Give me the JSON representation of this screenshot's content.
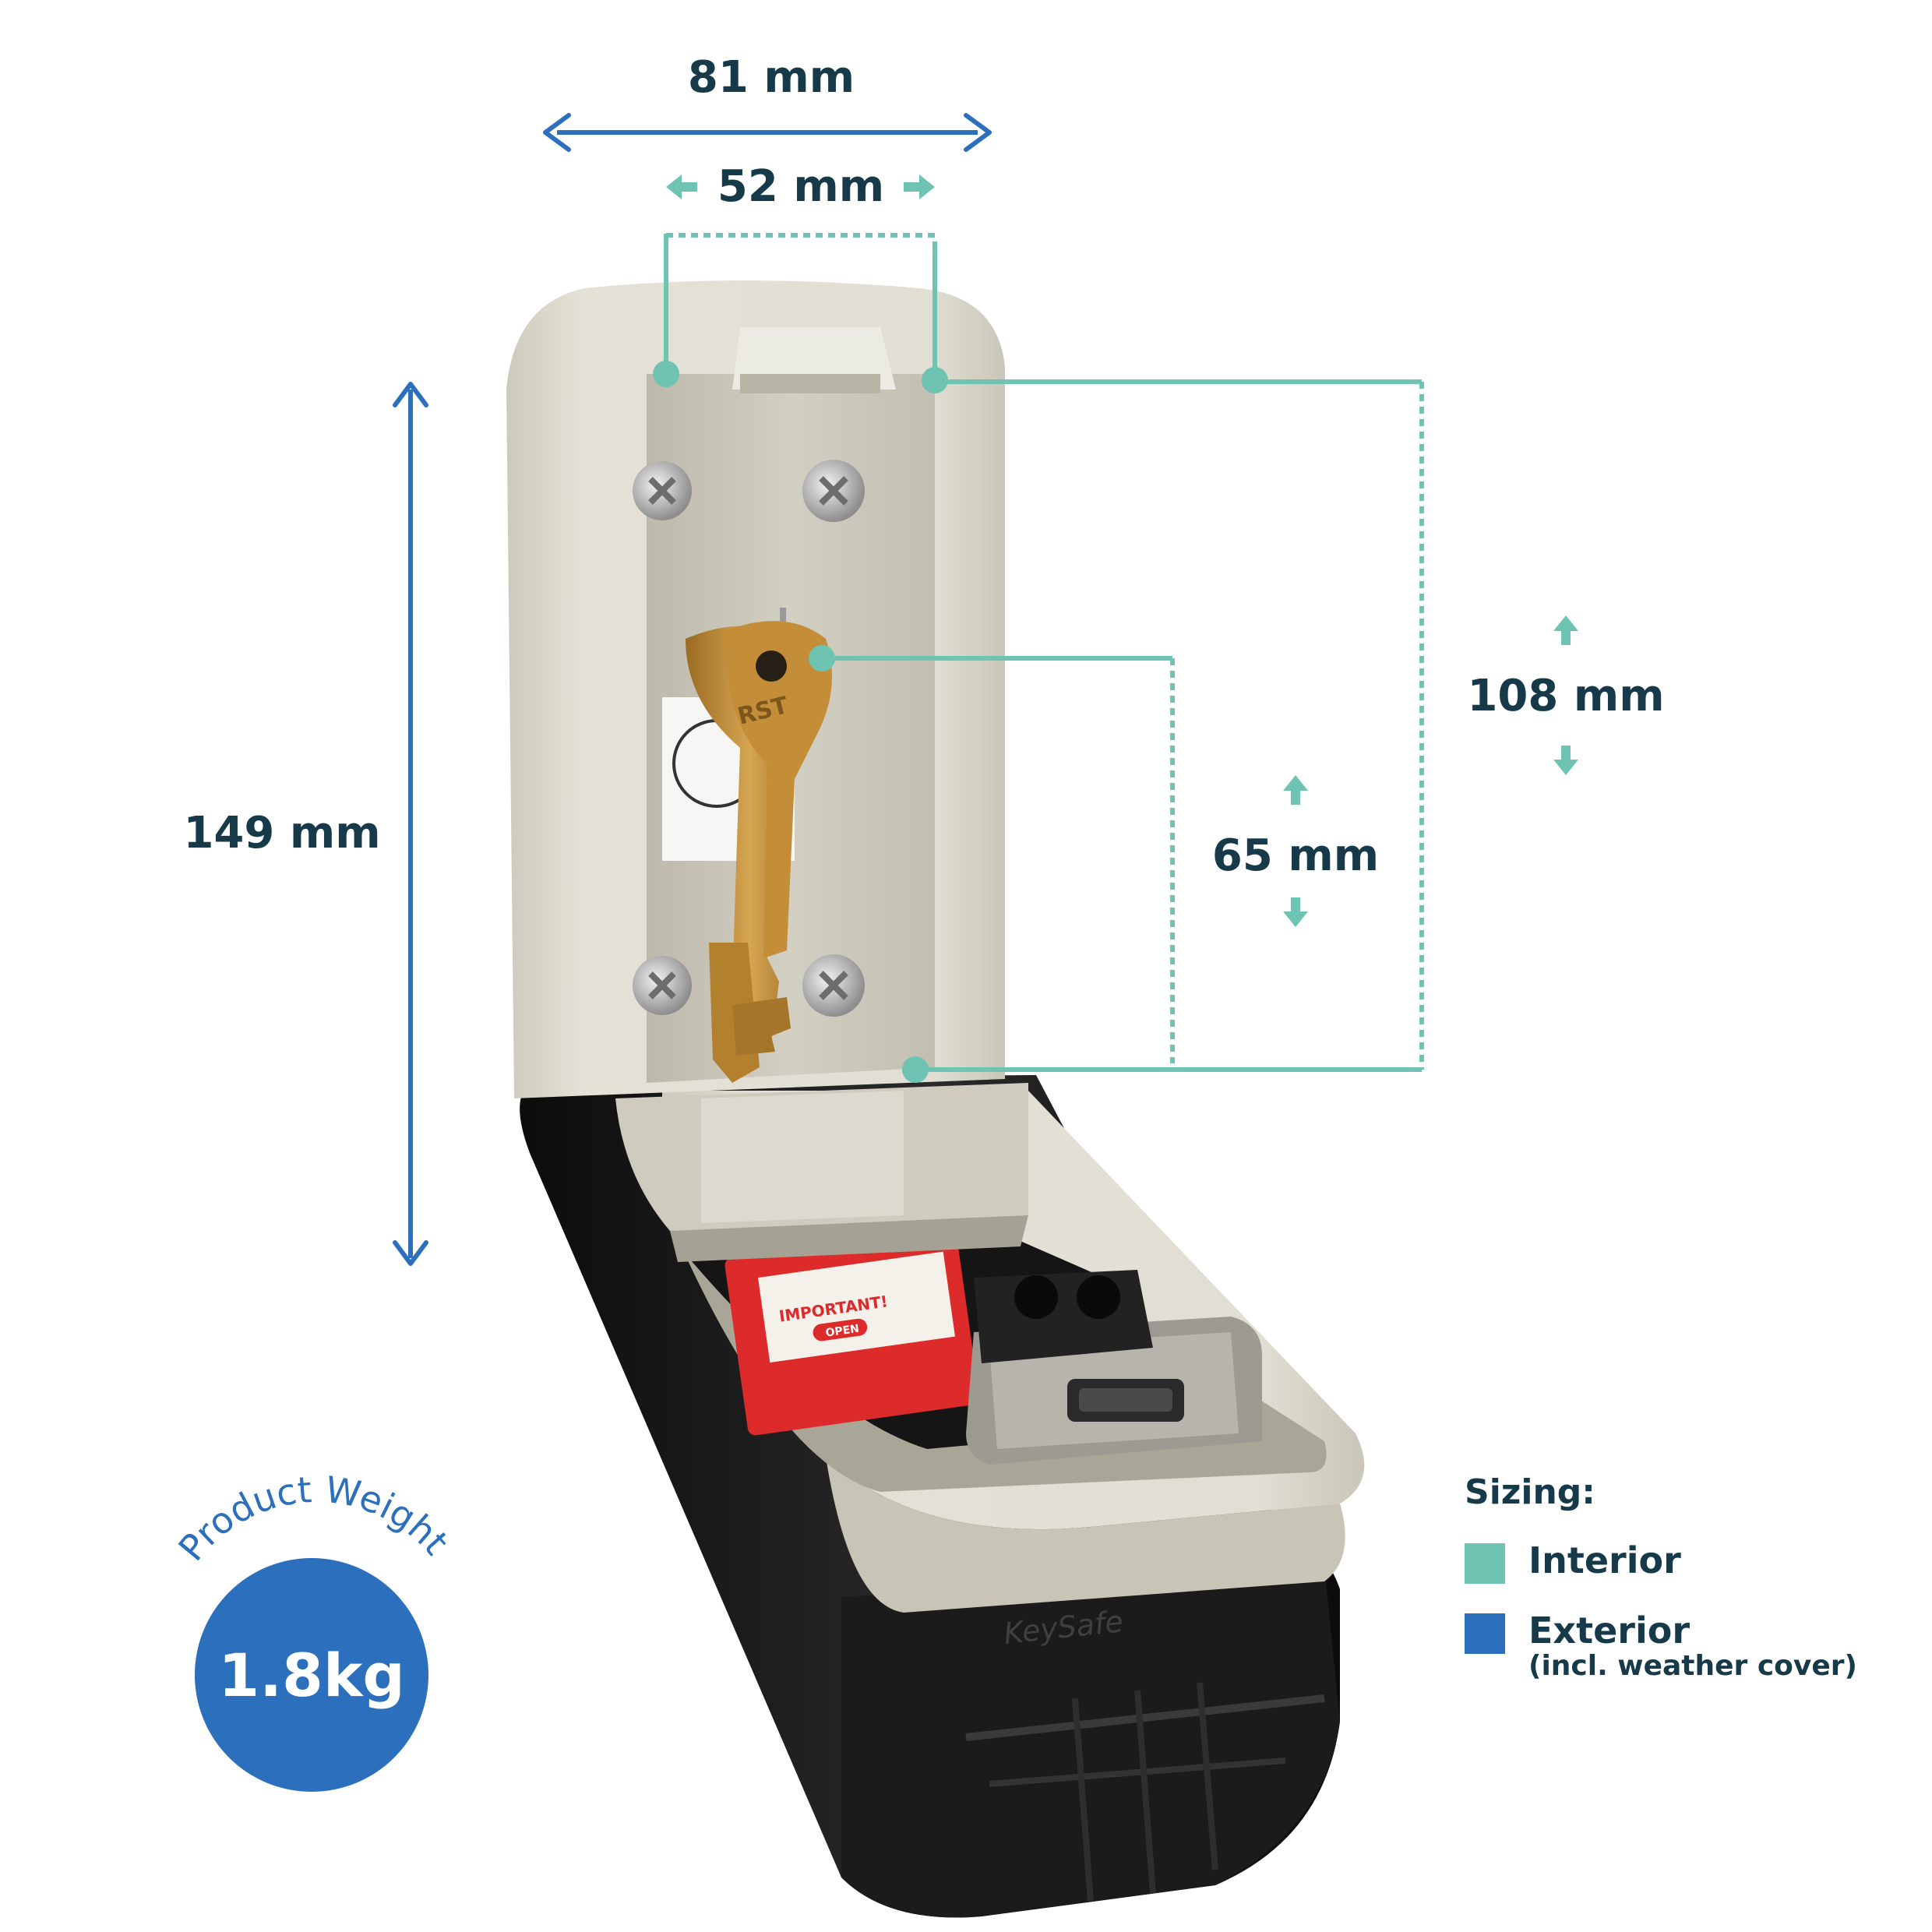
{
  "dimensions": {
    "exterior_width": "81 mm",
    "interior_width": "52 mm",
    "exterior_height": "149 mm",
    "interior_height_full": "108 mm",
    "interior_height_key_area": "65 mm"
  },
  "legend": {
    "title": "Sizing:",
    "interior_label": "Interior",
    "exterior_label": "Exterior",
    "exterior_note": "(incl. weather cover)"
  },
  "weight": {
    "caption": "Product Weight",
    "value": "1.8kg"
  },
  "product": {
    "brand_mark": "KeySafe",
    "key_stamp": "RST",
    "card_title": "IMPORTANT!",
    "card_button": "OPEN"
  },
  "colors": {
    "interior": "#6fc3b2",
    "exterior": "#2c70bd",
    "text": "#173a4a",
    "body_cream": "#d9d6cb",
    "body_black": "#141414",
    "brass": "#c28f3c"
  },
  "icons": {
    "arrow_double": "double-arrow-icon",
    "arrow_up": "arrow-up-icon",
    "arrow_down": "arrow-down-icon"
  }
}
